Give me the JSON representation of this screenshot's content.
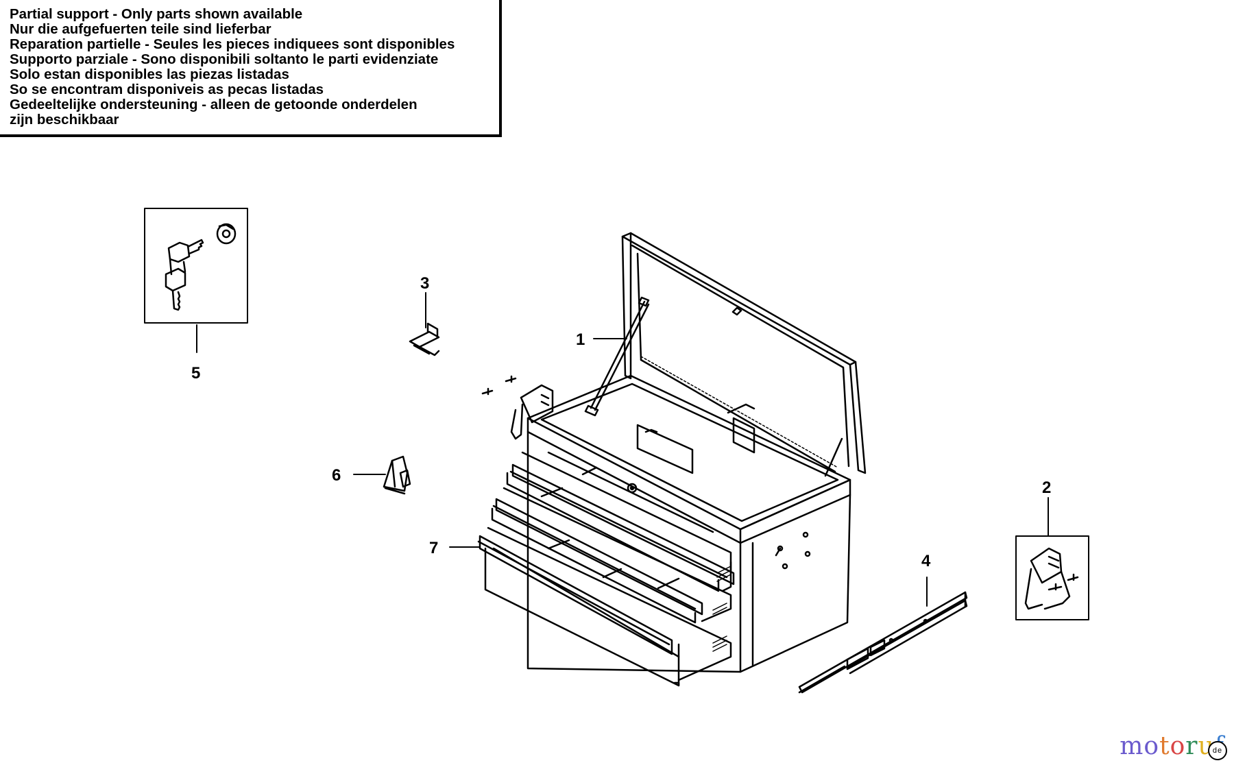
{
  "notice": {
    "lines": [
      "Partial support - Only parts shown available",
      "Nur die aufgefuerten teile sind lieferbar",
      "Reparation partielle - Seules les pieces indiquees sont disponibles",
      "Supporto parziale - Sono disponibili soltanto le parti evidenziate",
      "Solo estan disponibles las piezas listadas",
      "So se encontram disponiveis as pecas listadas",
      "Gedeeltelijke ondersteuning - alleen de getoonde onderdelen",
      "zijn beschikbaar"
    ]
  },
  "diagram": {
    "callouts": [
      {
        "id": "1",
        "label": "1",
        "part": "lid-stay"
      },
      {
        "id": "2",
        "label": "2",
        "part": "side-handle"
      },
      {
        "id": "3",
        "label": "3",
        "part": "corner-bracket"
      },
      {
        "id": "4",
        "label": "4",
        "part": "drawer-slide"
      },
      {
        "id": "5",
        "label": "5",
        "part": "lock-and-keys"
      },
      {
        "id": "6",
        "label": "6",
        "part": "latch-clip"
      },
      {
        "id": "7",
        "label": "7",
        "part": "drawer"
      }
    ]
  },
  "watermark": {
    "text": "motoruf",
    "letters": [
      "m",
      "o",
      "t",
      "o",
      "r",
      "u",
      "f"
    ],
    "colors": [
      "#6a5acd",
      "#6a5acd",
      "#e07a2e",
      "#d94545",
      "#2e8b57",
      "#e0b020",
      "#3c7fd0"
    ],
    "badge": "de"
  }
}
